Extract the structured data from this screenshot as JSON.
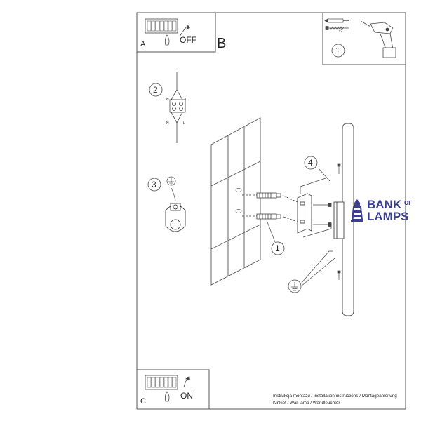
{
  "panels": {
    "a": {
      "letter": "A",
      "switch_state": "OFF"
    },
    "b": {
      "letter": "B"
    },
    "c": {
      "letter": "C",
      "switch_state": "ON"
    }
  },
  "steps": {
    "tools": "1",
    "wiring": "2",
    "ground": "3",
    "bracket": "4",
    "anchors": "1"
  },
  "screw_count": "x2",
  "wiring_labels": {
    "n_top": "N",
    "l_top": "L",
    "n_bottom": "N",
    "l_bottom": "L"
  },
  "brand": {
    "line1": "BANK",
    "of": "OF",
    "line2": "LAMPS",
    "color": "#3a3f8f"
  },
  "footer": {
    "line1": "Instrukcja montażu / installation instructions / Montageanleitung",
    "line2": "Kinkiet / Wall lamp / Wandleuchter"
  },
  "colors": {
    "line": "#444444",
    "brand": "#3a3f8f"
  }
}
